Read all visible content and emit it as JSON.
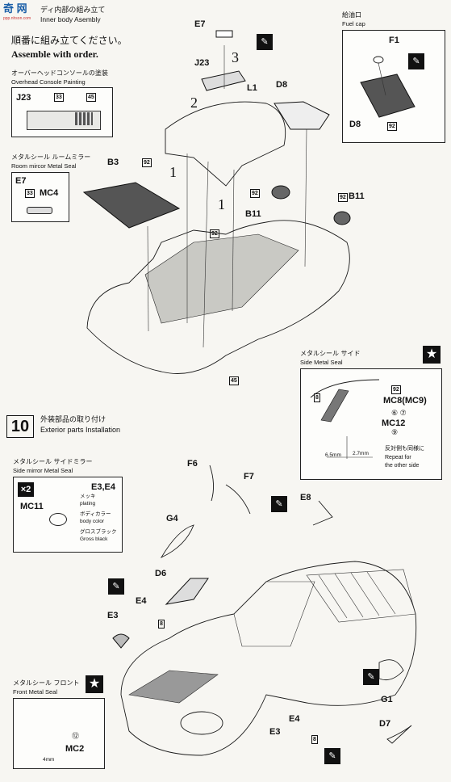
{
  "header": {
    "step_title_jp": "ディ内部の組み立て",
    "step_title_en": "Inner body Asembly",
    "instruction_jp": "順番に組み立てください。",
    "instruction_en": "Assemble with order.",
    "logo_text": "奇 网"
  },
  "overhead_console": {
    "title_jp": "オーバーヘッドコンソールの塗装",
    "title_en": "Overhead Console Painting",
    "part": "J23",
    "colors": [
      "33",
      "45"
    ]
  },
  "room_mirror": {
    "title_jp": "メタルシール ルームミラー",
    "title_en": "Room mircor Metal Seal",
    "part": "E7",
    "color": "33",
    "seal": "MC4"
  },
  "fuel_cap": {
    "title_jp": "給油口",
    "title_en": "Fuel cap",
    "parts": [
      "F1",
      "D8"
    ],
    "color": "92"
  },
  "main_labels": {
    "e7": "E7",
    "j23": "J23",
    "l1": "L1",
    "d8": "D8",
    "b3": "B3",
    "b11a": "B11",
    "b11b": "B11",
    "c92a": "92",
    "c92b": "92",
    "c92c": "92",
    "c92d": "92",
    "c45": "45",
    "step1a": "1",
    "step1b": "1",
    "step2": "2",
    "step3": "3"
  },
  "side_seal": {
    "title_jp": "メタルシール サイド",
    "title_en": "Side Metal Seal",
    "labels": [
      "8",
      "92",
      "MC8(MC9)",
      "⑥ ⑦",
      "MC12",
      "⑨"
    ],
    "dim1": "6.5mm",
    "dim2": "2.7mm",
    "note_jp": "反対側も同様に",
    "note_en1": "Repeat for",
    "note_en2": "the other side"
  },
  "step10": {
    "number": "10",
    "title_jp": "外装部品の取り付け",
    "title_en": "Exterior parts Installation"
  },
  "side_mirror": {
    "title_jp": "メタルシール サイドミラー",
    "title_en": "Side mirror Metal Seal",
    "qty": "×2",
    "seal": "MC11",
    "parts": "E3,E4",
    "plating_jp": "メッキ",
    "plating_en": "plating",
    "body_jp": "ボディカラー",
    "body_en": "body color",
    "gloss_jp": "グロスブラック",
    "gloss_en": "Gross black"
  },
  "front_seal": {
    "title_jp": "メタルシール フロント",
    "title_en": "Front Metal Seal",
    "num": "⑫",
    "seal": "MC2",
    "dim": "4mm"
  },
  "exterior_labels": {
    "f6": "F6",
    "f7": "F7",
    "e8": "E8",
    "g4": "G4",
    "d6": "D6",
    "e4a": "E4",
    "e3a": "E3",
    "c8a": "8",
    "g1": "G1",
    "d7": "D7",
    "e4b": "E4",
    "e3b": "E3",
    "c8b": "8"
  },
  "icons": {
    "glue": "cement-icon",
    "star": "star-icon"
  }
}
